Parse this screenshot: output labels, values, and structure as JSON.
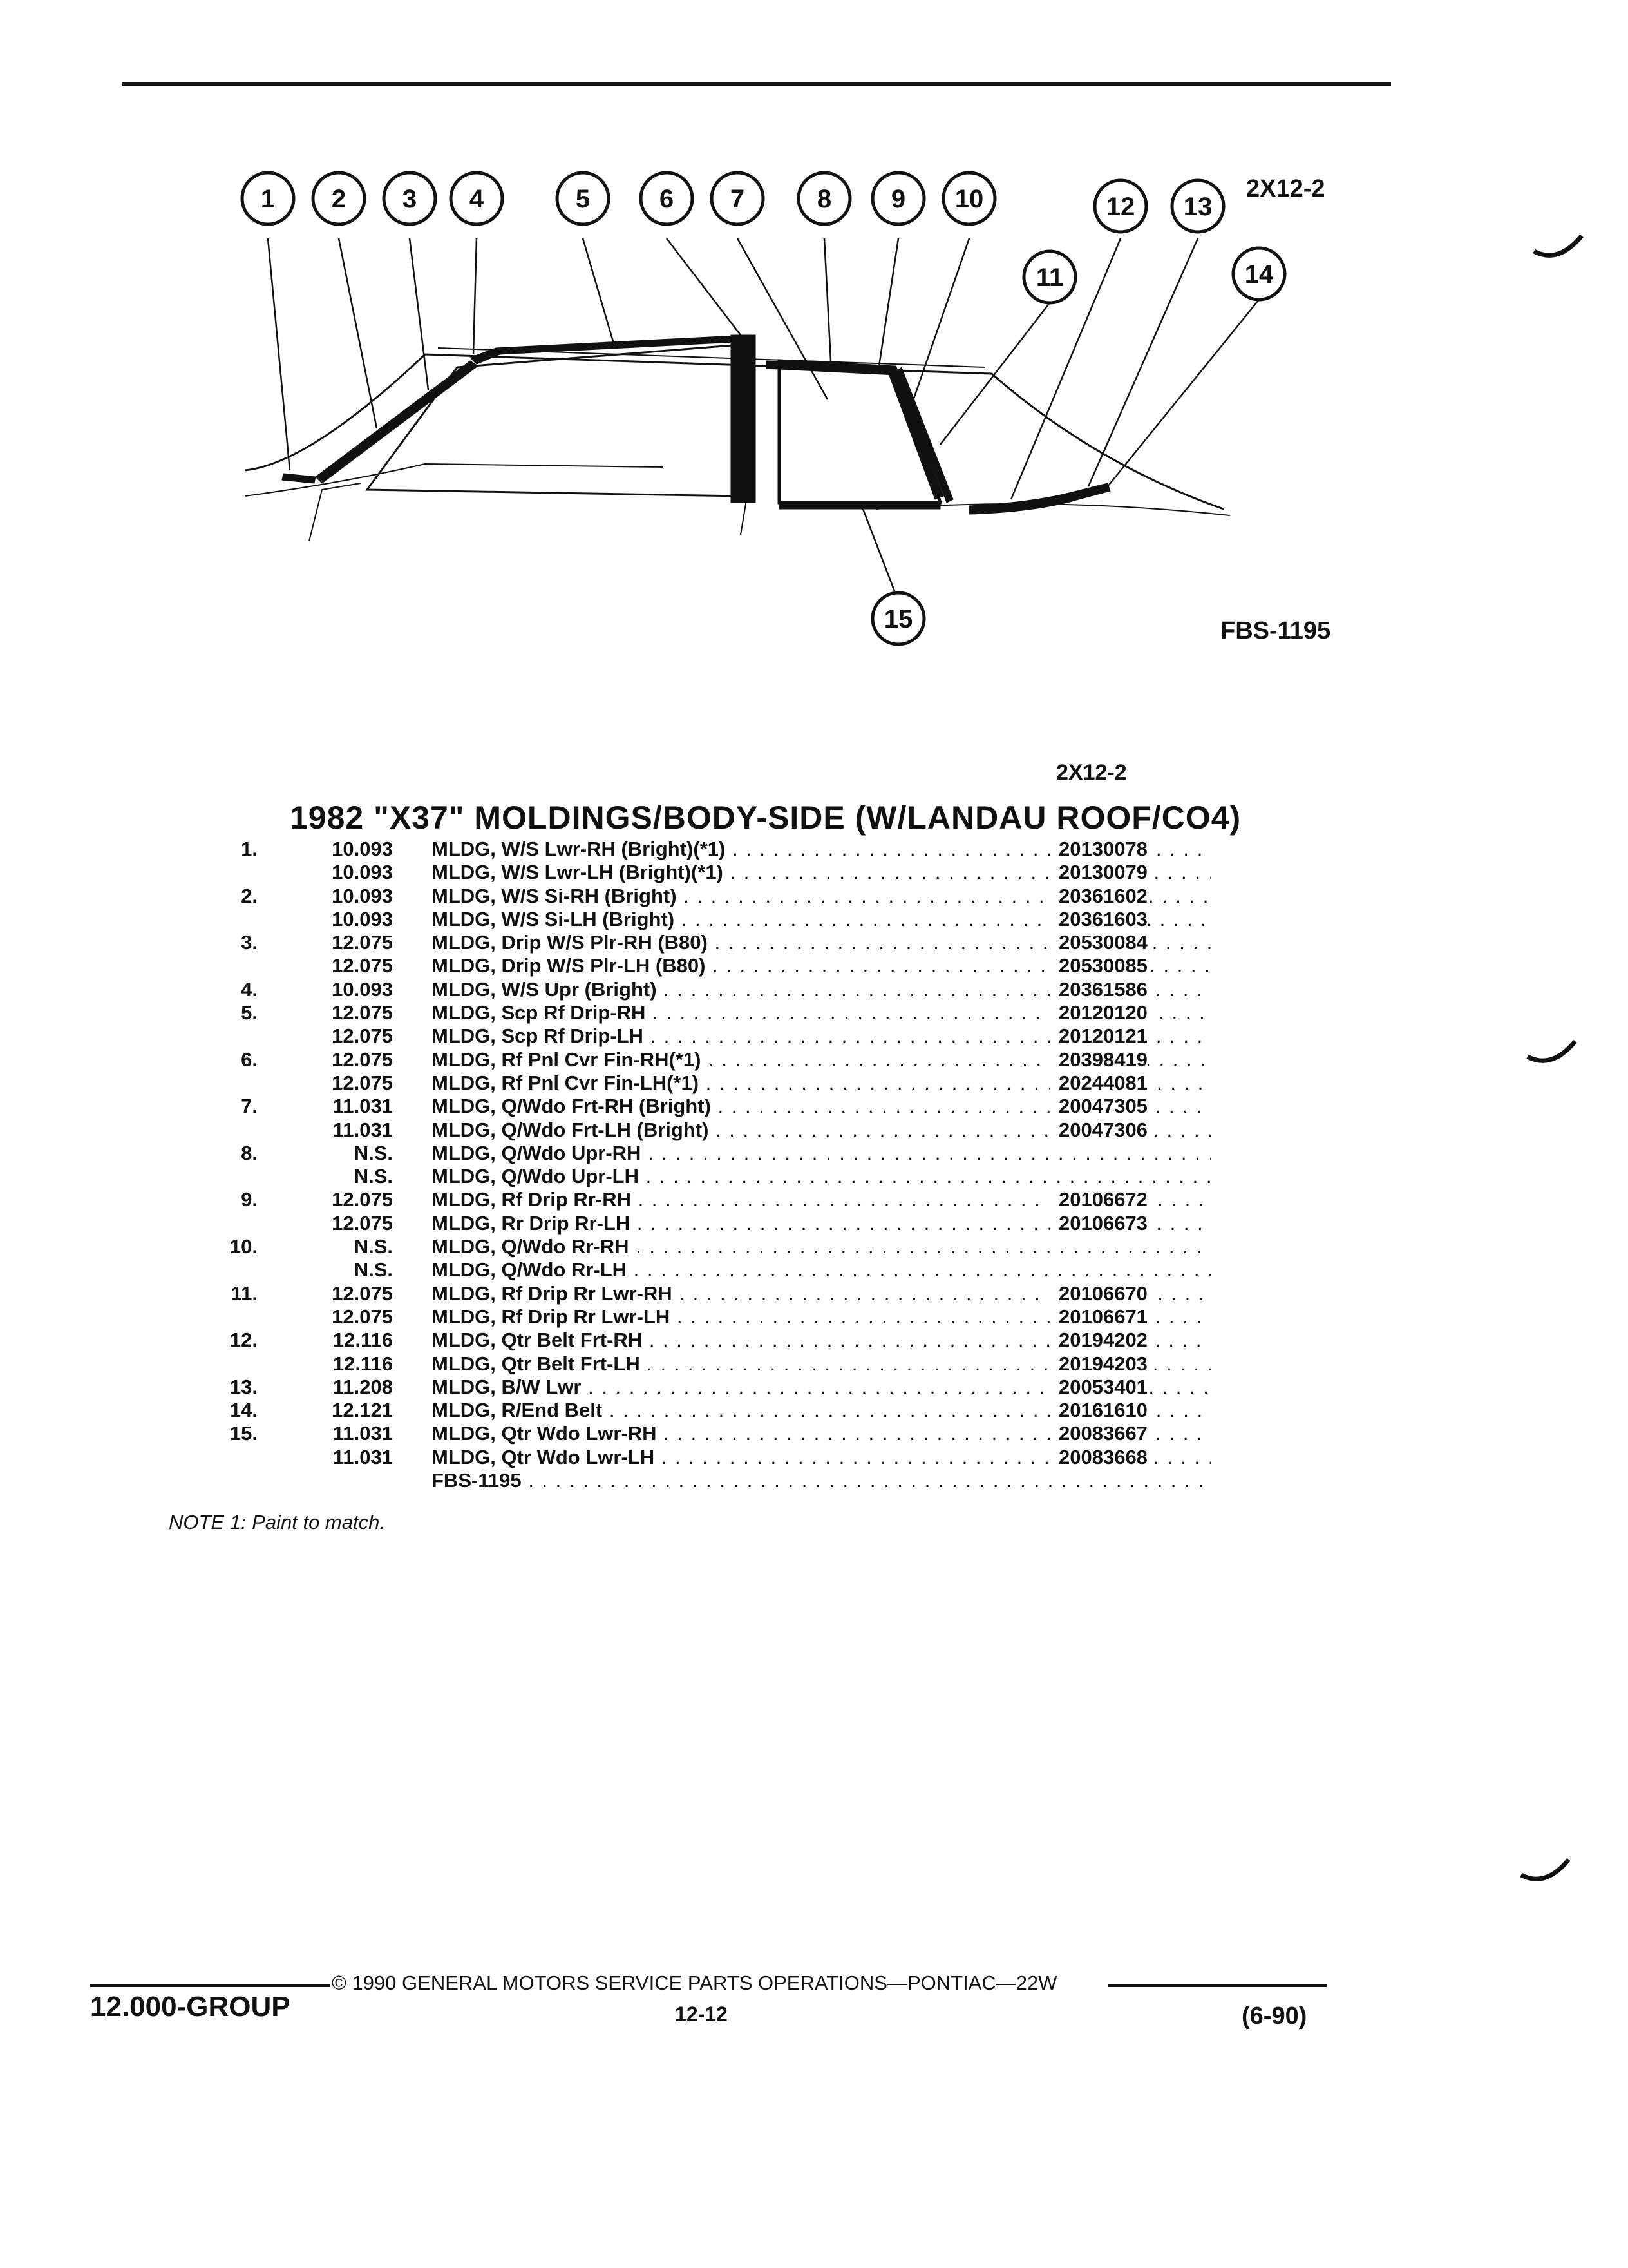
{
  "figure": {
    "id_top": "2X12-2",
    "id_bottom": "FBS-1195",
    "callouts": [
      "1",
      "2",
      "3",
      "4",
      "5",
      "6",
      "7",
      "8",
      "9",
      "10",
      "11",
      "12",
      "13",
      "14",
      "15"
    ]
  },
  "catalog": {
    "fig_ref": "2X12-2",
    "title": "1982 \"X37\" MOLDINGS/BODY-SIDE (W/LANDAU ROOF/CO4)",
    "rows": [
      {
        "num": "1.",
        "group": "10.093",
        "desc": "MLDG, W/S Lwr-RH (Bright)(*1)",
        "part": "20130078"
      },
      {
        "num": "",
        "group": "10.093",
        "desc": "MLDG, W/S Lwr-LH (Bright)(*1)",
        "part": "20130079"
      },
      {
        "num": "2.",
        "group": "10.093",
        "desc": "MLDG, W/S Si-RH (Bright)",
        "part": "20361602"
      },
      {
        "num": "",
        "group": "10.093",
        "desc": "MLDG, W/S Si-LH (Bright)",
        "part": "20361603"
      },
      {
        "num": "3.",
        "group": "12.075",
        "desc": "MLDG, Drip W/S Plr-RH (B80)",
        "part": "20530084"
      },
      {
        "num": "",
        "group": "12.075",
        "desc": "MLDG, Drip W/S Plr-LH (B80)",
        "part": "20530085"
      },
      {
        "num": "4.",
        "group": "10.093",
        "desc": "MLDG, W/S Upr (Bright)",
        "part": "20361586"
      },
      {
        "num": "5.",
        "group": "12.075",
        "desc": "MLDG, Scp Rf Drip-RH",
        "part": "20120120"
      },
      {
        "num": "",
        "group": "12.075",
        "desc": "MLDG, Scp Rf Drip-LH",
        "part": "20120121"
      },
      {
        "num": "6.",
        "group": "12.075",
        "desc": "MLDG, Rf Pnl Cvr Fin-RH(*1)",
        "part": "20398419"
      },
      {
        "num": "",
        "group": "12.075",
        "desc": "MLDG, Rf Pnl Cvr Fin-LH(*1)",
        "part": "20244081"
      },
      {
        "num": "7.",
        "group": "11.031",
        "desc": "MLDG, Q/Wdo Frt-RH (Bright)",
        "part": "20047305"
      },
      {
        "num": "",
        "group": "11.031",
        "desc": "MLDG, Q/Wdo Frt-LH (Bright)",
        "part": "20047306"
      },
      {
        "num": "8.",
        "group": "N.S.",
        "desc": "MLDG, Q/Wdo Upr-RH",
        "part": ""
      },
      {
        "num": "",
        "group": "N.S.",
        "desc": "MLDG, Q/Wdo Upr-LH",
        "part": ""
      },
      {
        "num": "9.",
        "group": "12.075",
        "desc": "MLDG, Rf Drip Rr-RH",
        "part": "20106672"
      },
      {
        "num": "",
        "group": "12.075",
        "desc": "MLDG, Rr Drip Rr-LH",
        "part": "20106673"
      },
      {
        "num": "10.",
        "group": "N.S.",
        "desc": "MLDG, Q/Wdo Rr-RH",
        "part": ""
      },
      {
        "num": "",
        "group": "N.S.",
        "desc": "MLDG, Q/Wdo Rr-LH",
        "part": ""
      },
      {
        "num": "11.",
        "group": "12.075",
        "desc": "MLDG, Rf Drip Rr Lwr-RH",
        "part": "20106670"
      },
      {
        "num": "",
        "group": "12.075",
        "desc": "MLDG, Rf Drip Rr Lwr-LH",
        "part": "20106671"
      },
      {
        "num": "12.",
        "group": "12.116",
        "desc": "MLDG, Qtr Belt Frt-RH",
        "part": "20194202"
      },
      {
        "num": "",
        "group": "12.116",
        "desc": "MLDG, Qtr Belt Frt-LH",
        "part": "20194203"
      },
      {
        "num": "13.",
        "group": "11.208",
        "desc": "MLDG, B/W Lwr",
        "part": "20053401"
      },
      {
        "num": "14.",
        "group": "12.121",
        "desc": "MLDG, R/End Belt",
        "part": "20161610"
      },
      {
        "num": "15.",
        "group": "11.031",
        "desc": "MLDG, Qtr Wdo Lwr-RH",
        "part": "20083667"
      },
      {
        "num": "",
        "group": "11.031",
        "desc": "MLDG, Qtr Wdo Lwr-LH",
        "part": "20083668"
      },
      {
        "num": "",
        "group": "",
        "desc": "FBS-1195",
        "part": ""
      }
    ],
    "note": "NOTE 1: Paint to match."
  },
  "footer": {
    "group": "12.000-GROUP",
    "copyright": "© 1990 GENERAL MOTORS SERVICE PARTS OPERATIONS—PONTIAC—22W",
    "page": "12-12",
    "date": "(6-90)"
  }
}
